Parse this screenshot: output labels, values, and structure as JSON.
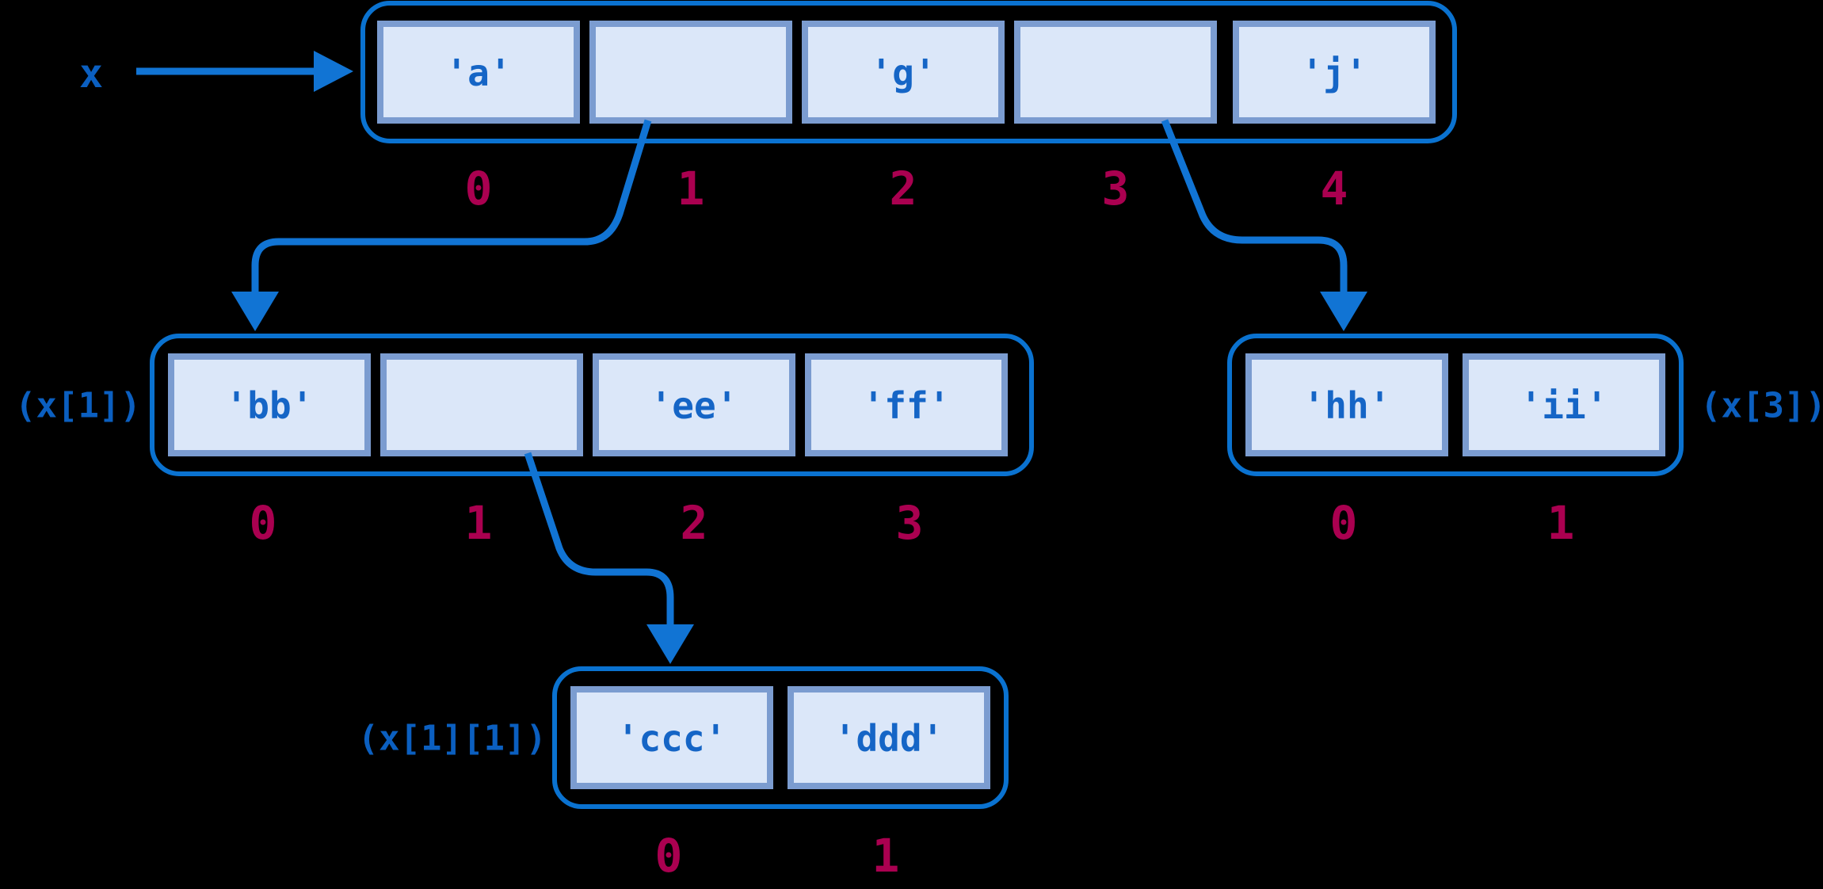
{
  "diagram": {
    "title": "Nested Python list memory diagram",
    "background_color": "#000000",
    "colors": {
      "container_stroke": "#0a72d0",
      "slot_fill": "#dbe7f9",
      "slot_stroke": "#7b9cd0",
      "value_text": "#1565c6",
      "index_text": "#aa0050",
      "label_text": "#0b5fc0",
      "connector": "#1174d4"
    },
    "root_variable_label": "x",
    "arrays": [
      {
        "id": "x",
        "annotation": "",
        "annotation_side": "none",
        "cells": [
          {
            "value": "'a'",
            "index": "0",
            "is_reference": false
          },
          {
            "value": "",
            "index": "1",
            "is_reference": true
          },
          {
            "value": "'g'",
            "index": "2",
            "is_reference": false
          },
          {
            "value": "",
            "index": "3",
            "is_reference": true
          },
          {
            "value": "'j'",
            "index": "4",
            "is_reference": false
          }
        ]
      },
      {
        "id": "x1",
        "annotation": "(x[1])",
        "annotation_side": "left",
        "cells": [
          {
            "value": "'bb'",
            "index": "0",
            "is_reference": false
          },
          {
            "value": "",
            "index": "1",
            "is_reference": true
          },
          {
            "value": "'ee'",
            "index": "2",
            "is_reference": false
          },
          {
            "value": "'ff'",
            "index": "3",
            "is_reference": false
          }
        ]
      },
      {
        "id": "x3",
        "annotation": "(x[3])",
        "annotation_side": "right",
        "cells": [
          {
            "value": "'hh'",
            "index": "0",
            "is_reference": false
          },
          {
            "value": "'ii'",
            "index": "1",
            "is_reference": false
          }
        ]
      },
      {
        "id": "x1_1",
        "annotation": "(x[1][1])",
        "annotation_side": "left",
        "cells": [
          {
            "value": "'ccc'",
            "index": "0",
            "is_reference": false
          },
          {
            "value": "'ddd'",
            "index": "1",
            "is_reference": false
          }
        ]
      }
    ],
    "pointers": [
      {
        "from": "x-variable",
        "to": "x",
        "label": "x"
      },
      {
        "from": "x.cell.1",
        "to": "x1",
        "label": ""
      },
      {
        "from": "x.cell.3",
        "to": "x3",
        "label": ""
      },
      {
        "from": "x1.cell.1",
        "to": "x1_1",
        "label": ""
      }
    ]
  }
}
